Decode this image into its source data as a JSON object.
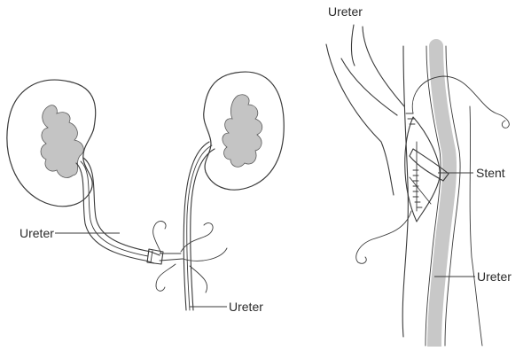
{
  "labels": {
    "ureter_top": "Ureter",
    "ureter_left": "Ureter",
    "ureter_bottom": "Ureter",
    "stent": "Stent",
    "ureter_right": "Ureter"
  },
  "colors": {
    "ink": "#3a3a3a",
    "shade": "#c8c8c8",
    "background": "#ffffff"
  }
}
